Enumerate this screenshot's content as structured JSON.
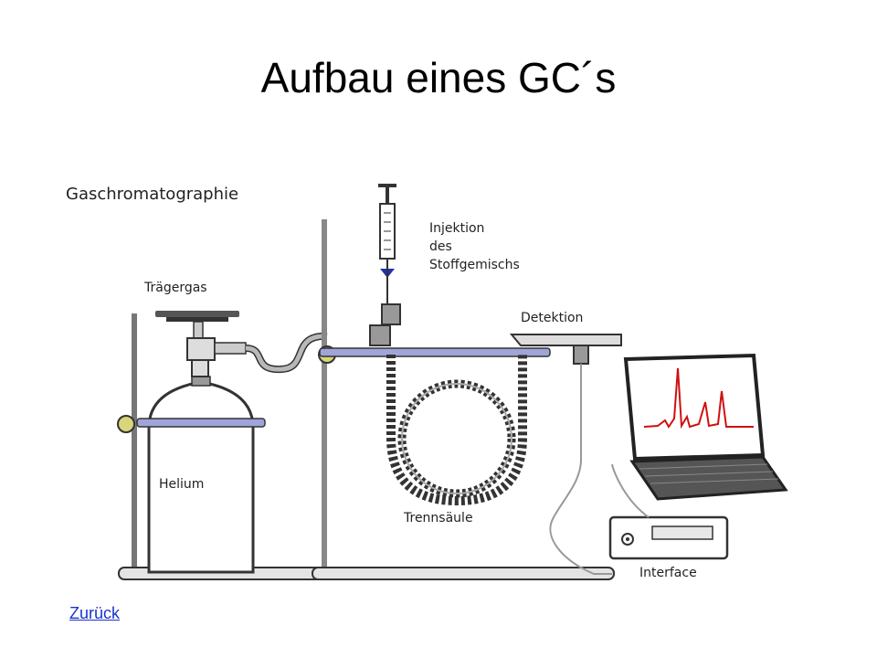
{
  "slide": {
    "title": "Aufbau eines GC´s"
  },
  "diagram": {
    "heading": "Gaschromatographie",
    "labels": {
      "injection_line1": "Injektion",
      "injection_line2": "des",
      "injection_line3": "Stoffgemischs",
      "carrier_gas": "Trägergas",
      "detection": "Detektion",
      "gas": "Helium",
      "column": "Trennsäule",
      "interface": "Interface"
    },
    "colors": {
      "chromatogram": "#d01010",
      "bar": "#9fa5d8",
      "tube": "#b8b8b8"
    }
  },
  "nav": {
    "back_link": "Zurück"
  }
}
